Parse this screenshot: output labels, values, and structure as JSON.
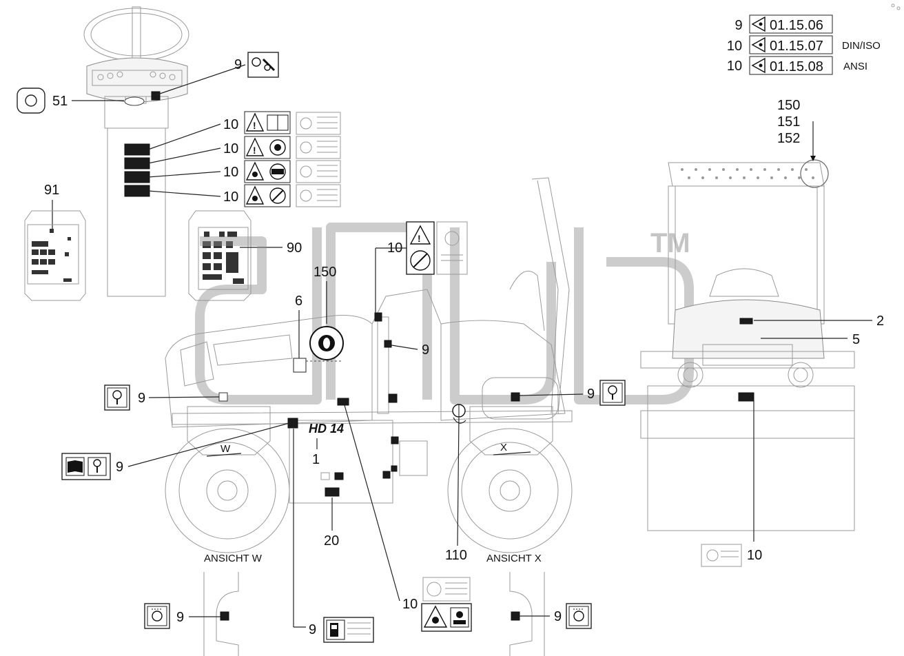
{
  "reference_table": {
    "rows": [
      {
        "num": "9",
        "code": "01.15.06",
        "suffix": ""
      },
      {
        "num": "10",
        "code": "01.15.07",
        "suffix": "DIN/ISO"
      },
      {
        "num": "10",
        "code": "01.15.08",
        "suffix": "ANSI"
      }
    ]
  },
  "callouts": {
    "c9_steering": "9",
    "c51": "51",
    "c10_a": "10",
    "c10_b": "10",
    "c10_c": "10",
    "c10_d": "10",
    "c91": "91",
    "c90": "90",
    "c150_top": "150",
    "c151": "151",
    "c152": "152",
    "c150_side": "150",
    "c6": "6",
    "c10_rops": "10",
    "c9_lever": "9",
    "c9_right": "9",
    "c9_left": "9",
    "c9_book": "9",
    "c1": "1",
    "c20": "20",
    "c110": "110",
    "c2": "2",
    "c5": "5",
    "c10_front": "10",
    "c10_bottom": "10",
    "c9_bottom_left": "9",
    "c9_bottom_fuel": "9",
    "c9_bottom_right": "9"
  },
  "views": {
    "view_w": "ANSICHT W",
    "view_x": "ANSICHT X",
    "letter_w": "W",
    "letter_x": "X"
  },
  "model_badge": "HD 14",
  "watermark": {
    "tm": "TM"
  }
}
